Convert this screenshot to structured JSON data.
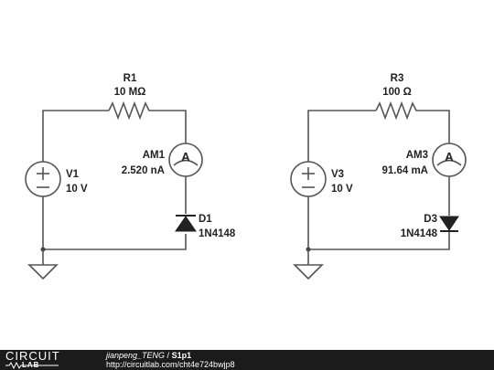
{
  "circuits": [
    {
      "resistor": {
        "name": "R1",
        "value": "10 MΩ"
      },
      "ammeter": {
        "name": "AM1",
        "reading": "2.520 nA",
        "symbol": "A"
      },
      "source": {
        "name": "V1",
        "value": "10 V"
      },
      "diode": {
        "name": "D1",
        "part": "1N4148"
      }
    },
    {
      "resistor": {
        "name": "R3",
        "value": "100 Ω"
      },
      "ammeter": {
        "name": "AM3",
        "reading": "91.64 mA",
        "symbol": "A"
      },
      "source": {
        "name": "V3",
        "value": "10 V"
      },
      "diode": {
        "name": "D3",
        "part": "1N4148"
      }
    }
  ],
  "footer": {
    "logo_top": "CIRCUIT",
    "logo_bottom": "LAB",
    "author": "jianpeng_TENG",
    "separator": " / ",
    "title": "S1p1",
    "url": "http://circuitlab.com/cht4e724bwjp8"
  },
  "icons": [
    "voltage-source-icon",
    "resistor-icon",
    "ammeter-icon",
    "diode-icon",
    "ground-icon"
  ]
}
